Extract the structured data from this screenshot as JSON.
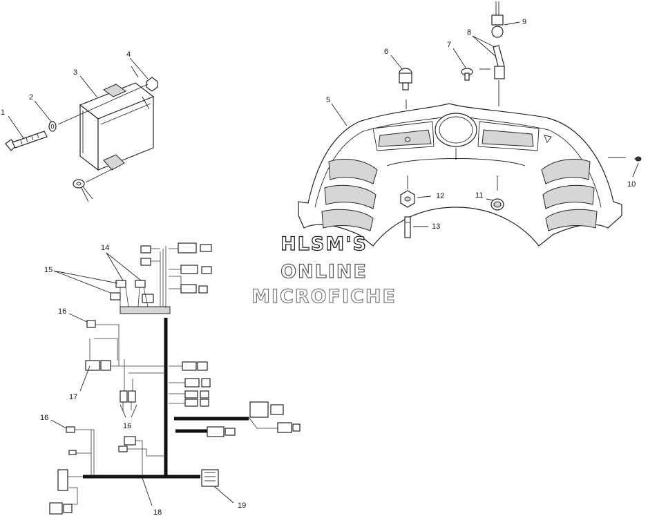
{
  "diagram": {
    "callouts": [
      {
        "id": "1",
        "text": "1"
      },
      {
        "id": "2",
        "text": "2"
      },
      {
        "id": "3",
        "text": "3"
      },
      {
        "id": "4",
        "text": "4"
      },
      {
        "id": "5",
        "text": "5"
      },
      {
        "id": "6",
        "text": "6"
      },
      {
        "id": "7",
        "text": "7"
      },
      {
        "id": "8",
        "text": "8"
      },
      {
        "id": "9",
        "text": "9"
      },
      {
        "id": "10",
        "text": "10"
      },
      {
        "id": "11",
        "text": "11"
      },
      {
        "id": "12",
        "text": "12"
      },
      {
        "id": "13",
        "text": "13"
      },
      {
        "id": "14",
        "text": "14"
      },
      {
        "id": "15",
        "text": "15"
      },
      {
        "id": "16a",
        "text": "16"
      },
      {
        "id": "16b",
        "text": "16"
      },
      {
        "id": "16c",
        "text": "16"
      },
      {
        "id": "17",
        "text": "17"
      },
      {
        "id": "18",
        "text": "18"
      },
      {
        "id": "19",
        "text": "19"
      }
    ]
  },
  "watermark": {
    "line1": "HLSM'S",
    "line2": "ONLINE",
    "line3": "MICROFICHE",
    "colors": {
      "line1": "#111111",
      "line2": "#555555",
      "line3": "#777777"
    }
  }
}
